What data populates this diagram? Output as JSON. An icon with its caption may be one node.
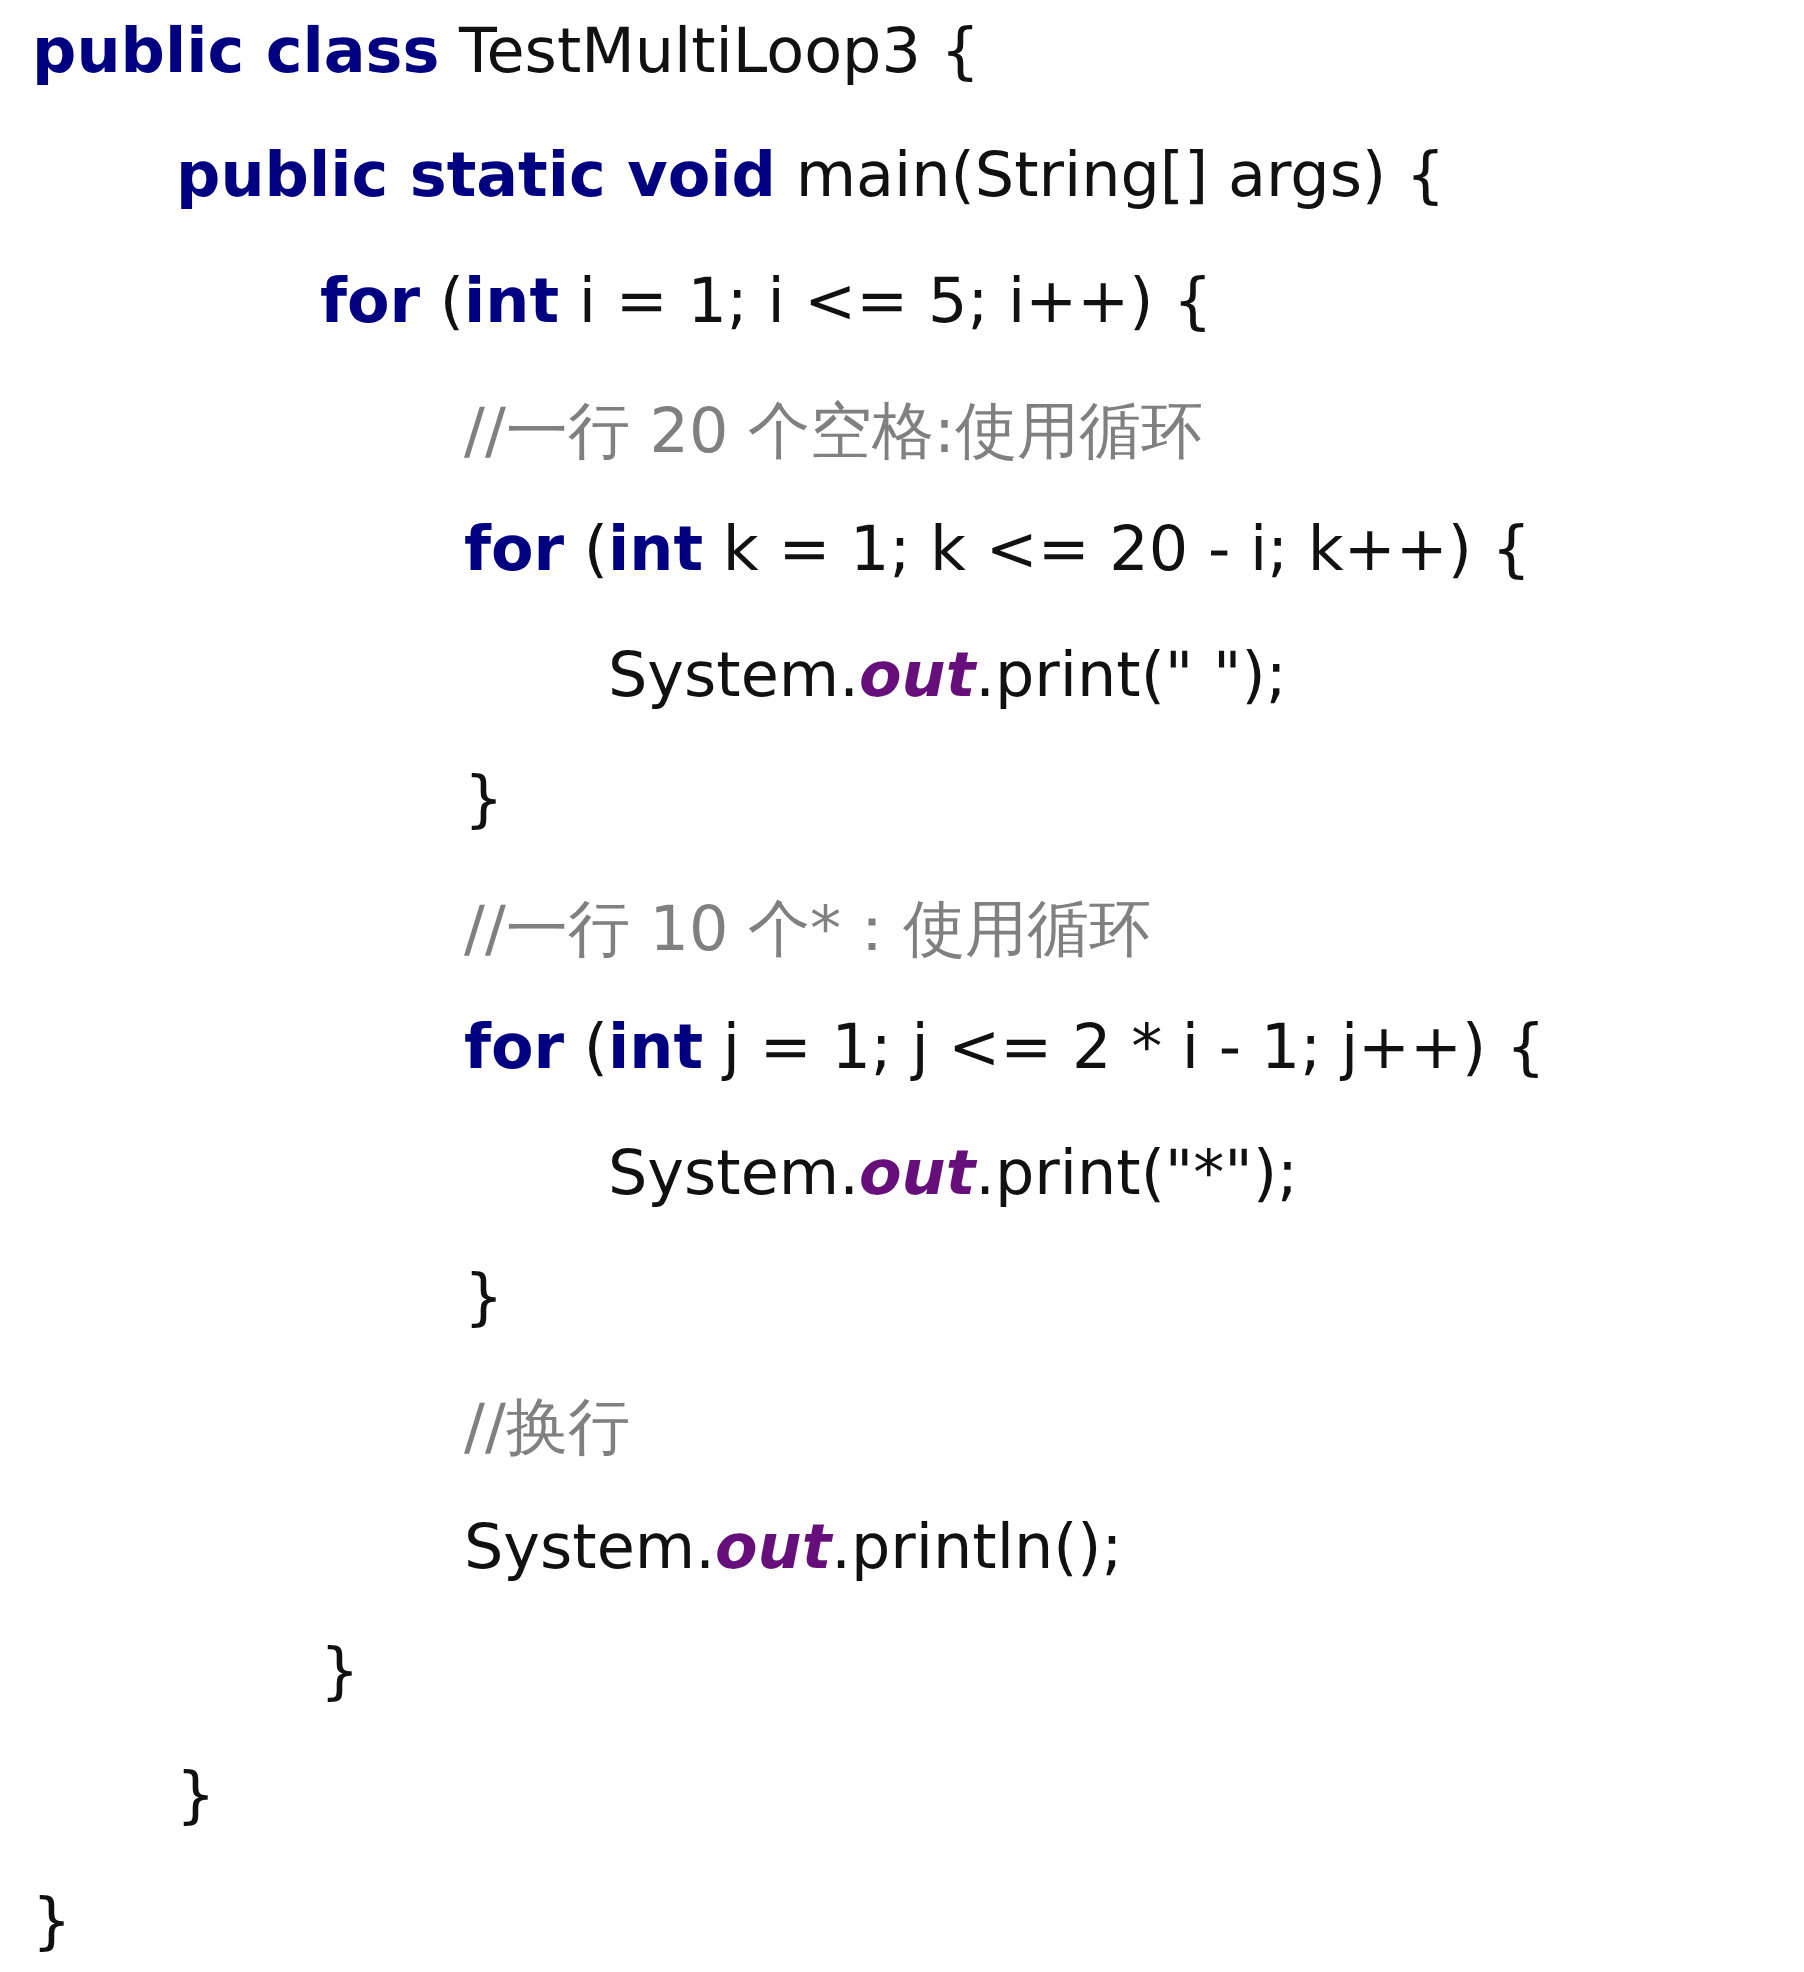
{
  "diagram": {
    "labels": [
      "**public class** TestMultiLoop3 {",
      "**public static void** main(String[] args) {",
      "**for** (**int** i = 1; i <= 5; i++) {",
      "//一行 20 个空格:使用循环",
      "**for** (**int** k = 1; k <= 20 - i; k++) {",
      "System.*out*.print(\" \");",
      "}",
      "//一行 10 个*：使用循环",
      "**for** (**int** j = 1; j <= 2 * i - 1; j++) {",
      "System.*out*.print(\"*\");",
      "}",
      "//换行",
      "System.*out*.println();",
      "}",
      "}",
      "}"
    ]
  }
}
